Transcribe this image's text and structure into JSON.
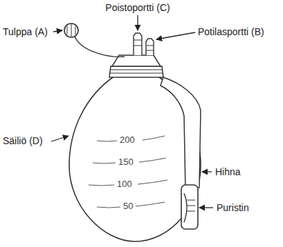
{
  "diagram": {
    "labels": [
      "Poistoportti (C)",
      "Tulppa (A)",
      "Potilasportti (B)",
      "Säiliö (D)",
      "Hihna",
      "Puristin",
      "200",
      "150",
      "100",
      "50"
    ]
  }
}
